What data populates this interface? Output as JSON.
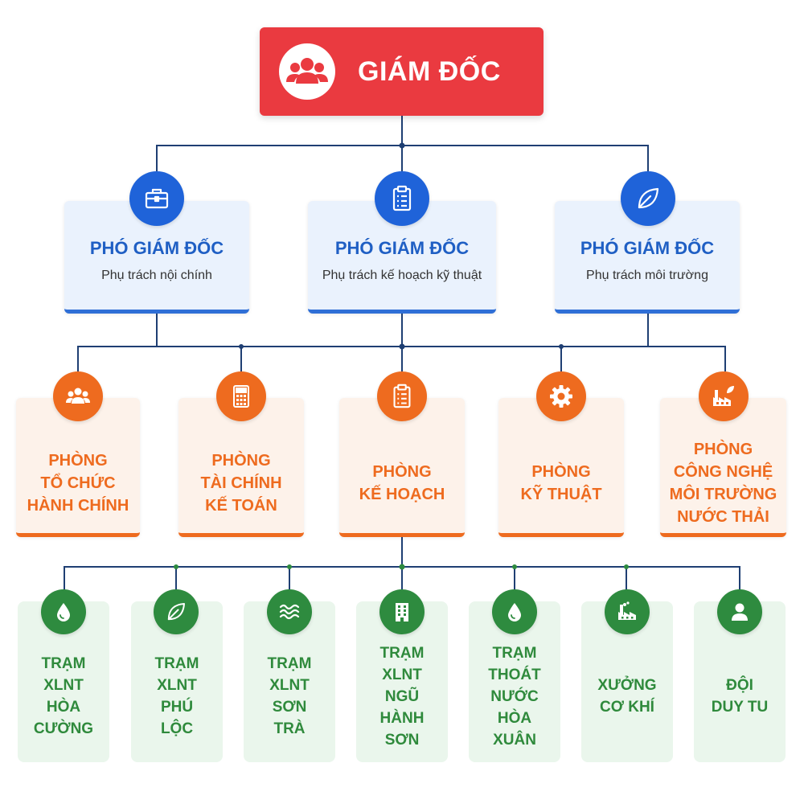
{
  "colors": {
    "director": "#ea3a40",
    "deputy": "#1f63d9",
    "department": "#ee6b1f",
    "station": "#2e8b3f",
    "connector": "#1f3f73"
  },
  "director": {
    "title": "GIÁM ĐỐC",
    "icon": "people-group-icon"
  },
  "deputies": [
    {
      "title": "PHÓ GIÁM ĐỐC",
      "subtitle": "Phụ trách nội chính",
      "icon": "briefcase-icon"
    },
    {
      "title": "PHÓ GIÁM ĐỐC",
      "subtitle": "Phụ trách kế hoạch kỹ thuật",
      "icon": "clipboard-icon"
    },
    {
      "title": "PHÓ GIÁM ĐỐC",
      "subtitle": "Phụ trách môi trường",
      "icon": "leaf-icon"
    }
  ],
  "departments": [
    {
      "lines": [
        "PHÒNG",
        "TỔ CHỨC",
        "HÀNH CHÍNH"
      ],
      "icon": "people-group-icon"
    },
    {
      "lines": [
        "PHÒNG",
        "TÀI CHÍNH",
        "KẾ TOÁN"
      ],
      "icon": "calculator-icon"
    },
    {
      "lines": [
        "PHÒNG",
        "KẾ HOẠCH"
      ],
      "icon": "clipboard-icon"
    },
    {
      "lines": [
        "PHÒNG",
        "KỸ THUẬT"
      ],
      "icon": "gear-icon"
    },
    {
      "lines": [
        "PHÒNG",
        "CÔNG NGHỆ",
        "MÔI TRƯỜNG",
        "NƯỚC THẢI"
      ],
      "icon": "eco-factory-icon"
    }
  ],
  "stations": [
    {
      "lines": [
        "TRẠM",
        "XLNT",
        "HÒA",
        "CƯỜNG"
      ],
      "icon": "water-drop-icon"
    },
    {
      "lines": [
        "TRẠM",
        "XLNT",
        "PHÚ",
        "LỘC"
      ],
      "icon": "leaf-icon"
    },
    {
      "lines": [
        "TRẠM",
        "XLNT",
        "SƠN",
        "TRÀ"
      ],
      "icon": "waves-icon"
    },
    {
      "lines": [
        "TRẠM",
        "XLNT",
        "NGŨ",
        "HÀNH",
        "SƠN"
      ],
      "icon": "building-icon"
    },
    {
      "lines": [
        "TRẠM",
        "THOÁT",
        "NƯỚC",
        "HÒA",
        "XUÂN"
      ],
      "icon": "water-drop-icon"
    },
    {
      "lines": [
        "XƯỞNG",
        "CƠ KHÍ"
      ],
      "icon": "factory-icon"
    },
    {
      "lines": [
        "ĐỘI",
        "DUY TU"
      ],
      "icon": "person-icon"
    }
  ]
}
